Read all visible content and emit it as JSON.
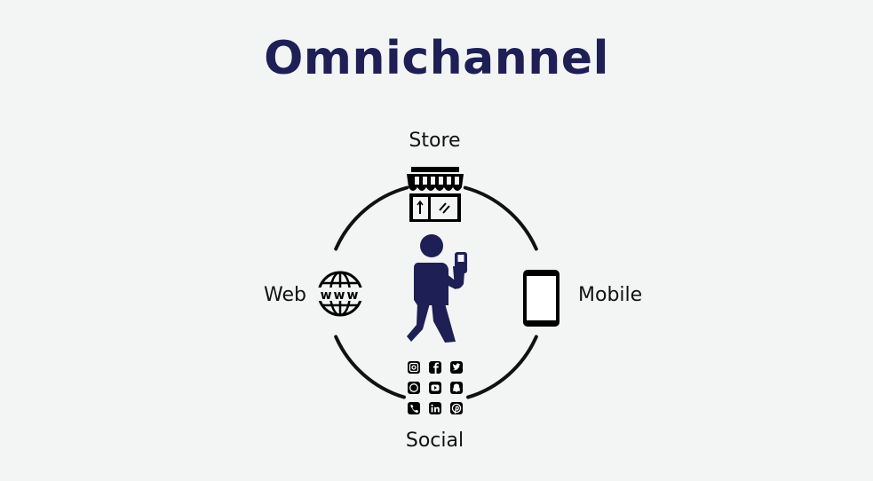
{
  "title": "Omnichannel",
  "channels": {
    "top": "Store",
    "right": "Mobile",
    "bottom": "Social",
    "left": "Web"
  },
  "web_icon_text": "www",
  "social_icons": [
    "instagram-icon",
    "facebook-icon",
    "twitter-icon",
    "whatsapp-icon",
    "youtube-icon",
    "snapchat-icon",
    "phone-icon",
    "linkedin-icon",
    "pinterest-icon"
  ],
  "colors": {
    "title": "#1d1f55",
    "person": "#1d1f55",
    "line": "#111111",
    "background": "#f3f4f4"
  }
}
